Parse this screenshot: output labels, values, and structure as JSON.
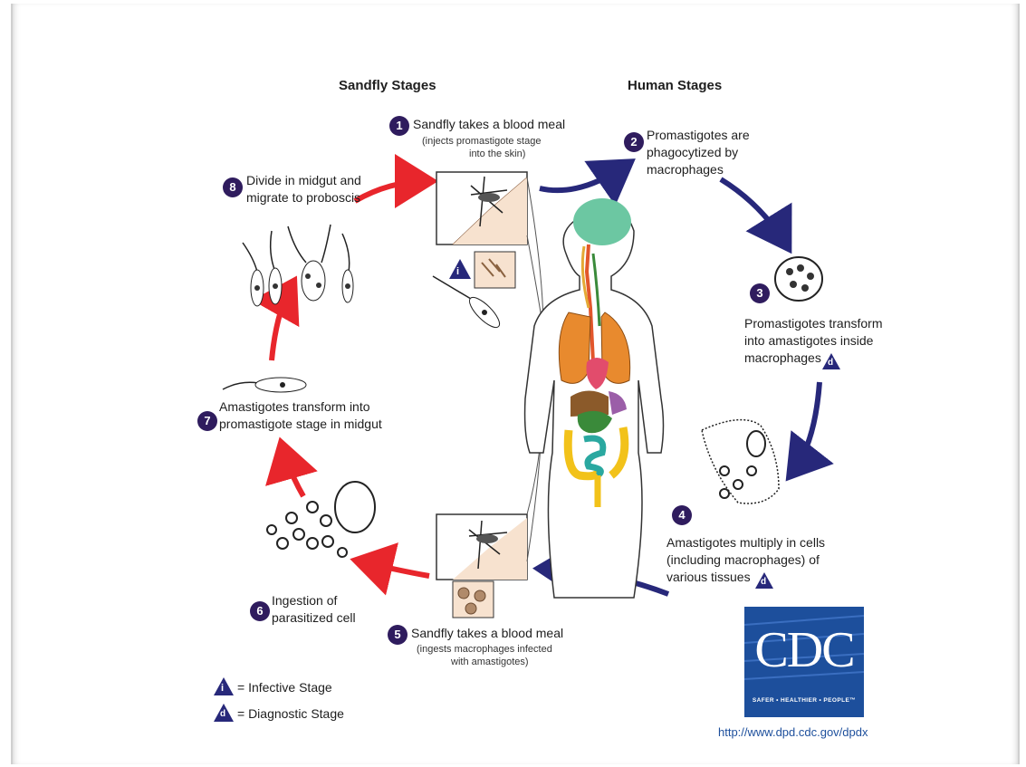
{
  "headers": {
    "sandfly": "Sandfly Stages",
    "human": "Human Stages"
  },
  "steps": [
    {
      "n": "1",
      "title": "Sandfly takes a blood meal",
      "sub1": "(injects promastigote stage",
      "sub2": "into the skin)"
    },
    {
      "n": "2",
      "line1": "Promastigotes are",
      "line2": "phagocytized by",
      "line3": "macrophages"
    },
    {
      "n": "3",
      "line1": "Promastigotes transform",
      "line2": "into amastigotes inside",
      "line3": "macrophages"
    },
    {
      "n": "4",
      "line1": "Amastigotes multiply in cells",
      "line2": "(including macrophages) of",
      "line3": "various tissues"
    },
    {
      "n": "5",
      "title": "Sandfly takes a blood meal",
      "sub1": "(ingests macrophages infected",
      "sub2": "with amastigotes)"
    },
    {
      "n": "6",
      "line1": "Ingestion of",
      "line2": "parasitized cell"
    },
    {
      "n": "7",
      "line1": "Amastigotes transform into",
      "line2": "promastigote stage in midgut"
    },
    {
      "n": "8",
      "line1": "Divide in midgut and",
      "line2": "migrate to proboscis"
    }
  ],
  "legend": {
    "i_letter": "i",
    "d_letter": "d",
    "infective": "= Infective Stage",
    "diagnostic": "= Diagnostic Stage"
  },
  "logo": {
    "letters": "CDC",
    "tagline": "SAFER • HEALTHIER • PEOPLE™"
  },
  "url": "http://www.dpd.cdc.gov/dpdx",
  "colors": {
    "red_arrow": "#e8262c",
    "blue_arrow": "#27287a",
    "badge": "#2f1c5e",
    "cdc_blue": "#1d4f9c"
  }
}
